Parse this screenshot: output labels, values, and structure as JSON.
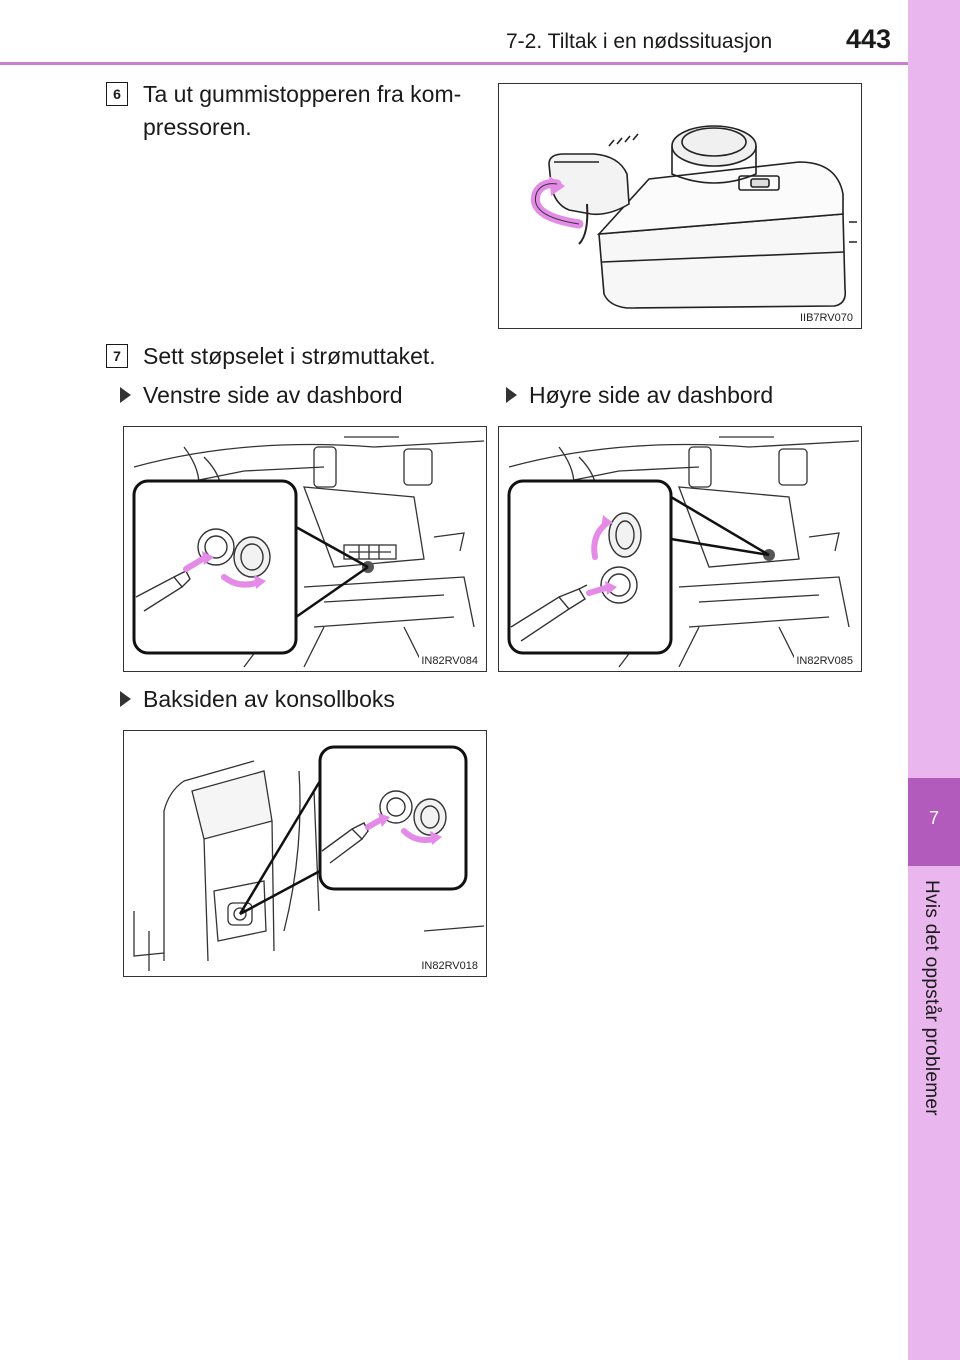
{
  "header": {
    "section_title": "7-2. Tiltak i en nødssituasjon",
    "page_number": "443"
  },
  "side_tab": {
    "chapter_number": "7",
    "chapter_title": "Hvis det oppstår problemer"
  },
  "steps": [
    {
      "number": "6",
      "text": "Ta ut gummistopperen fra kom-pressoren."
    },
    {
      "number": "7",
      "text": "Sett støpselet i strømuttaket."
    }
  ],
  "bullets": {
    "left_dashboard": "Venstre side av dashbord",
    "right_dashboard": "Høyre side av dashbord",
    "console_back": "Baksiden av konsollboks"
  },
  "figures": {
    "compressor": "IIB7RV070",
    "left_dashboard": "IN82RV084",
    "right_dashboard": "IN82RV085",
    "console_back": "IN82RV018"
  },
  "colors": {
    "accent_dark": "#b25bbd",
    "accent_light": "#e9b6ee",
    "arrow": "#e38be6"
  }
}
